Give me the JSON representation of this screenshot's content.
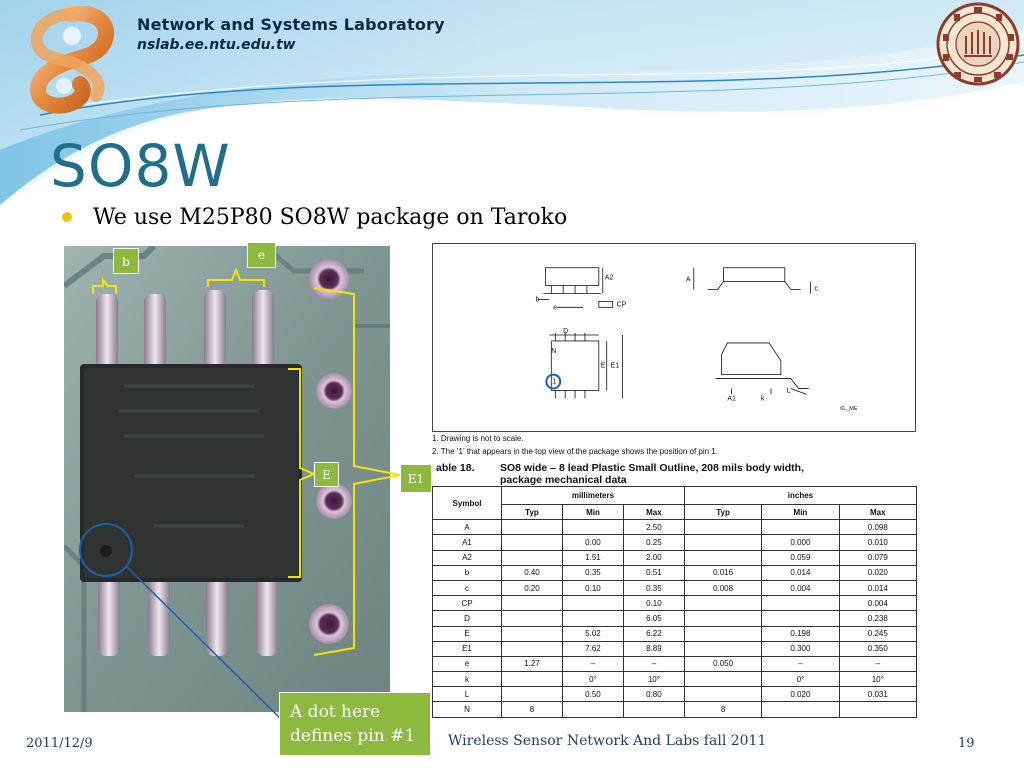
{
  "header": {
    "lab_name": "Network and Systems Laboratory",
    "lab_url": "nslab.ee.ntu.edu.tw"
  },
  "slide": {
    "title": "SO8W",
    "bullet": "We use M25P80 SO8W package on Taroko"
  },
  "callouts": {
    "b": "b",
    "e": "e",
    "E": "E",
    "E1": "E1",
    "dot_line1": "A dot here",
    "dot_line2": "defines pin #1"
  },
  "drawing": {
    "labels": {
      "A2": "A2",
      "A": "A",
      "c": "c",
      "b": "b",
      "e": "e",
      "CP": "CP",
      "D": "D",
      "N": "N",
      "E": "E",
      "E1": "E1",
      "one": "1",
      "A1": "A1",
      "k": "k",
      "L": "L",
      "ref": "6L_ME"
    }
  },
  "notes": [
    "1.   Drawing is not to scale.",
    "2.   The ‘1’ that appears in the top view of the package shows the position of pin 1."
  ],
  "table": {
    "caption_number": "able 18.",
    "caption_line1": "SO8 wide – 8 lead Plastic Small Outline, 208 mils body width,",
    "caption_line2": "package mechanical data",
    "header_symbol": "Symbol",
    "header_mm": "millimeters",
    "header_in": "inches",
    "subheaders": [
      "Typ",
      "Min",
      "Max",
      "Typ",
      "Min",
      "Max"
    ],
    "rows": [
      [
        "A",
        "",
        "",
        "2.50",
        "",
        "",
        "0.098"
      ],
      [
        "A1",
        "",
        "0.00",
        "0.25",
        "",
        "0.000",
        "0.010"
      ],
      [
        "A2",
        "",
        "1.51",
        "2.00",
        "",
        "0.059",
        "0.079"
      ],
      [
        "b",
        "0.40",
        "0.35",
        "0.51",
        "0.016",
        "0.014",
        "0.020"
      ],
      [
        "c",
        "0.20",
        "0.10",
        "0.35",
        "0.008",
        "0.004",
        "0.014"
      ],
      [
        "CP",
        "",
        "",
        "0.10",
        "",
        "",
        "0.004"
      ],
      [
        "D",
        "",
        "",
        "6.05",
        "",
        "",
        "0.238"
      ],
      [
        "E",
        "",
        "5.02",
        "6.22",
        "",
        "0.198",
        "0.245"
      ],
      [
        "E1",
        "",
        "7.62",
        "8.89",
        "",
        "0.300",
        "0.350"
      ],
      [
        "e",
        "1.27",
        "–",
        "–",
        "0.050",
        "–",
        "–"
      ],
      [
        "k",
        "",
        "0°",
        "10°",
        "",
        "0°",
        "10°"
      ],
      [
        "L",
        "",
        "0.50",
        "0.80",
        "",
        "0.020",
        "0.031"
      ],
      [
        "N",
        "8",
        "",
        "",
        "8",
        "",
        ""
      ]
    ]
  },
  "footer": {
    "date": "2011/12/9",
    "course": "Wireless Sensor Network And Labs fall 2011",
    "page": "19"
  },
  "colors": {
    "title": "#1f6f8b",
    "callout": "#8cb93e",
    "bracket": "#f5e600",
    "dot_circle": "#1e5fa8",
    "bullet": "#f2c200"
  },
  "icons": {
    "logo": "nslab-infinity-logo",
    "seal": "ntu-university-seal"
  }
}
